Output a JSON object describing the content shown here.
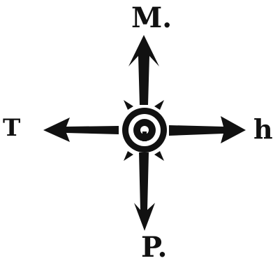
{
  "labels": {
    "north": "M.",
    "south": "P.",
    "west": "T",
    "east": "h"
  },
  "colors": {
    "ink": "#111111",
    "paper": "#ffffff"
  }
}
